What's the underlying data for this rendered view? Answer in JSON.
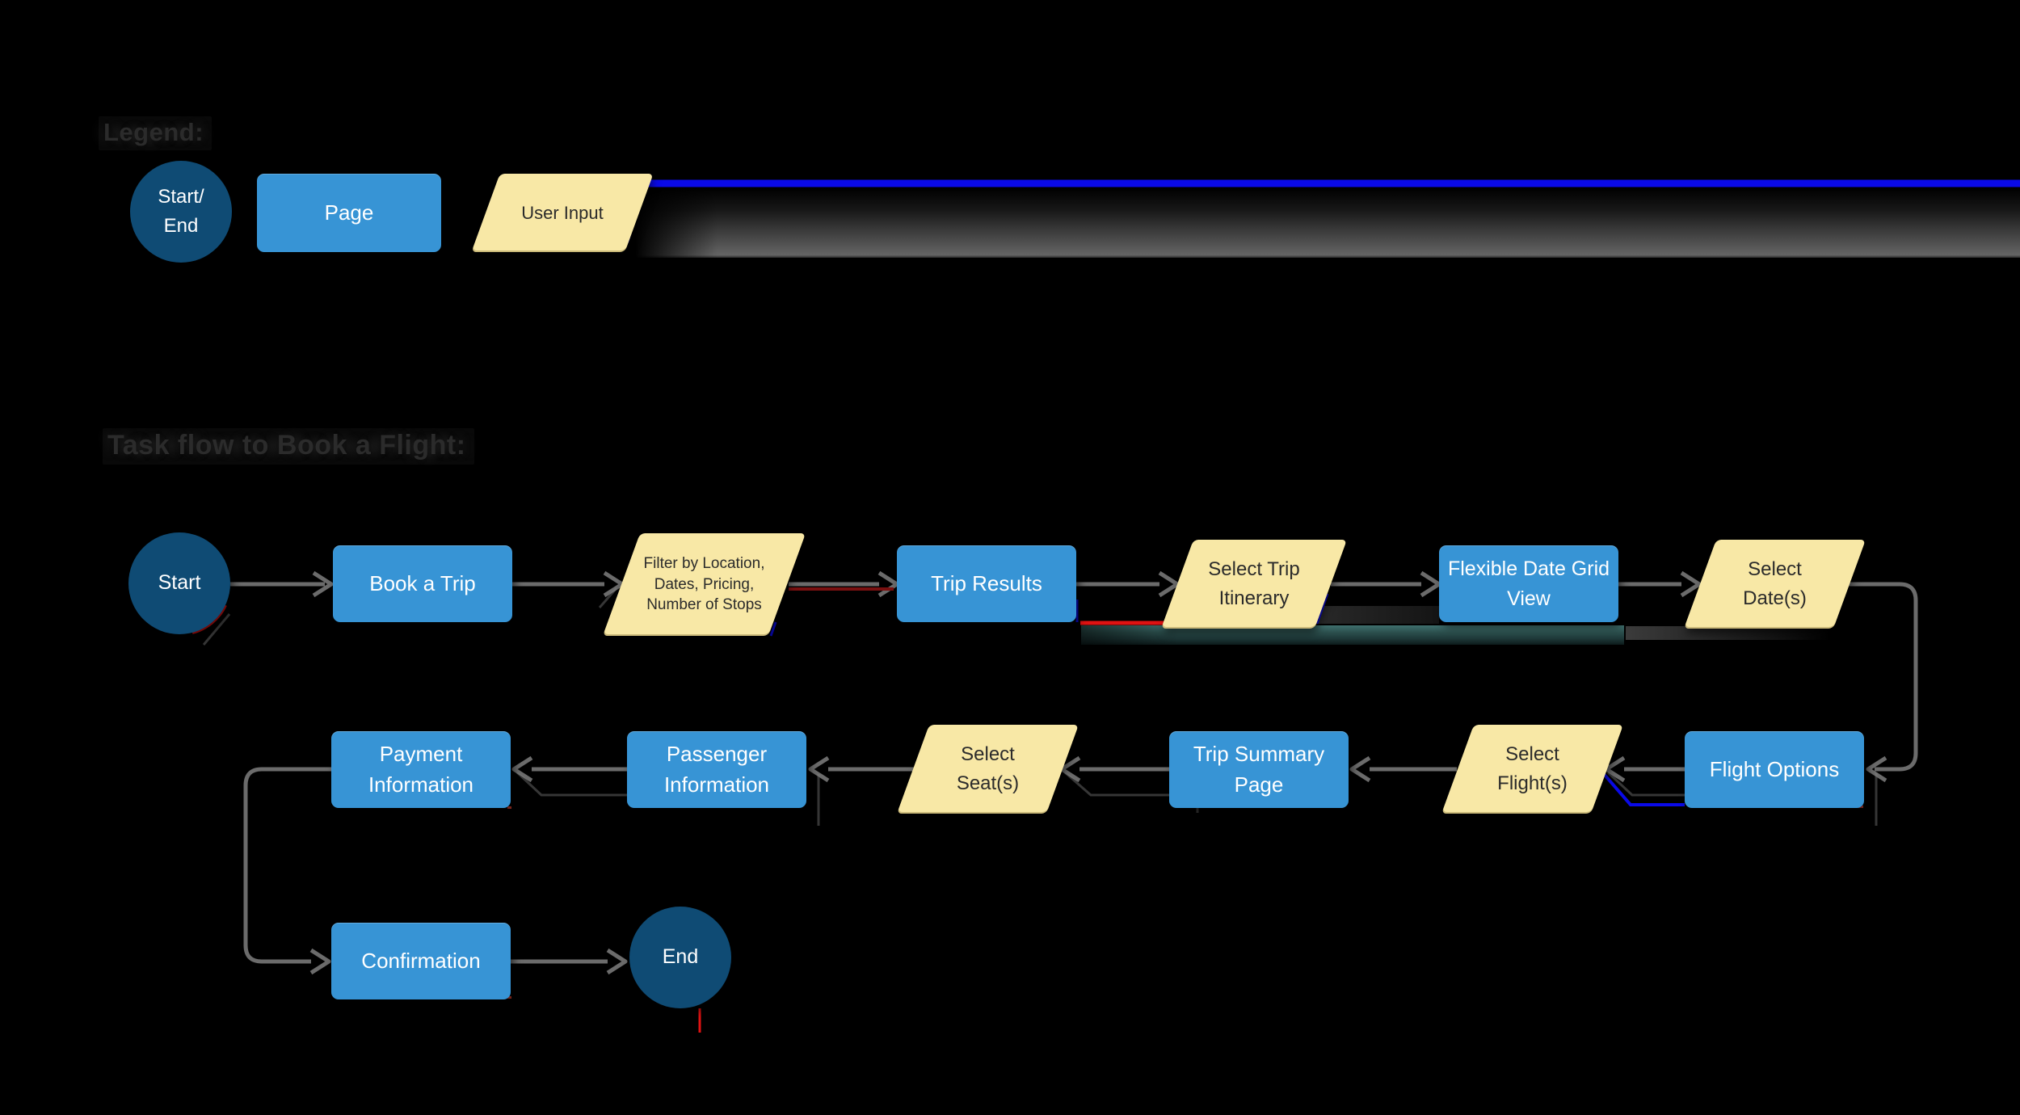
{
  "legend": {
    "title": "Legend:",
    "items": [
      {
        "shape": "circle",
        "label": "Start/\nEnd"
      },
      {
        "shape": "rectangle",
        "label": "Page"
      },
      {
        "shape": "parallelogram",
        "label": "User Input"
      }
    ]
  },
  "flow": {
    "title": "Task flow to Book a Flight:",
    "nodes": [
      {
        "id": "start",
        "shape": "circle",
        "label": "Start"
      },
      {
        "id": "book-a-trip",
        "shape": "page",
        "label": "Book a Trip"
      },
      {
        "id": "filter-options",
        "shape": "user-input",
        "label": "Filter by Location,\nDates, Pricing,\nNumber of Stops"
      },
      {
        "id": "trip-results",
        "shape": "page",
        "label": "Trip Results"
      },
      {
        "id": "select-trip-itinerary",
        "shape": "user-input",
        "label": "Select Trip\nItinerary"
      },
      {
        "id": "flexible-date-grid-view",
        "shape": "page",
        "label": "Flexible Date Grid\nView"
      },
      {
        "id": "select-dates",
        "shape": "user-input",
        "label": "Select\nDate(s)"
      },
      {
        "id": "flight-options",
        "shape": "page",
        "label": "Flight Options"
      },
      {
        "id": "select-flights",
        "shape": "user-input",
        "label": "Select\nFlight(s)"
      },
      {
        "id": "trip-summary-page",
        "shape": "page",
        "label": "Trip Summary\nPage"
      },
      {
        "id": "select-seats",
        "shape": "user-input",
        "label": "Select\nSeat(s)"
      },
      {
        "id": "passenger-information",
        "shape": "page",
        "label": "Passenger\nInformation"
      },
      {
        "id": "payment-information",
        "shape": "page",
        "label": "Payment\nInformation"
      },
      {
        "id": "confirmation",
        "shape": "page",
        "label": "Confirmation"
      },
      {
        "id": "end",
        "shape": "circle",
        "label": "End"
      }
    ]
  },
  "colors": {
    "node-blue": "#3794d5",
    "node-navy": "#0f4b74",
    "node-yellow": "#f8e8a6",
    "connector-gray": "#6b6b6b",
    "artifact-blue": "#0a0ae8",
    "artifact-red": "#e01212",
    "artifact-dark-red": "#7a1010"
  }
}
